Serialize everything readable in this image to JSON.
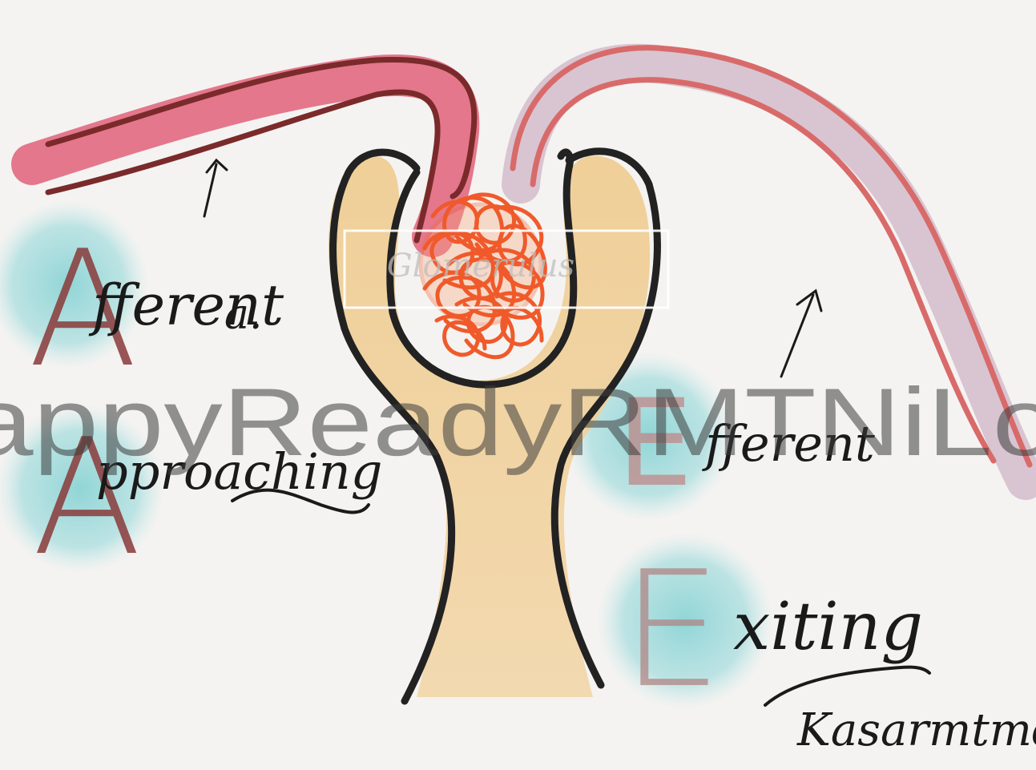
{
  "diagram": {
    "label_glomerulus": "Glomerulus",
    "afferent": {
      "word": "Afferent",
      "letter": "A",
      "rest": "fferent",
      "suffix": "a.",
      "mnemonic_letter": "A",
      "mnemonic_rest": "pproaching"
    },
    "efferent": {
      "word": "Efferent",
      "letter": "E",
      "rest": "fferent",
      "mnemonic_letter": "E",
      "mnemonic_rest": "xiting"
    },
    "signature": "Kasarmtmd",
    "watermark": "appyReadyRMTNiLo"
  },
  "colors": {
    "background": "#f4f3f1",
    "afferent_vessel": "#d9576b",
    "afferent_outline": "#7a2a2a",
    "efferent_vessel": "#cdb3c6",
    "efferent_outline": "#d96a6a",
    "capsule_fill": "#efc98a",
    "capsule_outline": "#222222",
    "glomerulus": "#f05a2a",
    "blob": "#7fd0d2",
    "big_letter": "#8a3a3a"
  }
}
